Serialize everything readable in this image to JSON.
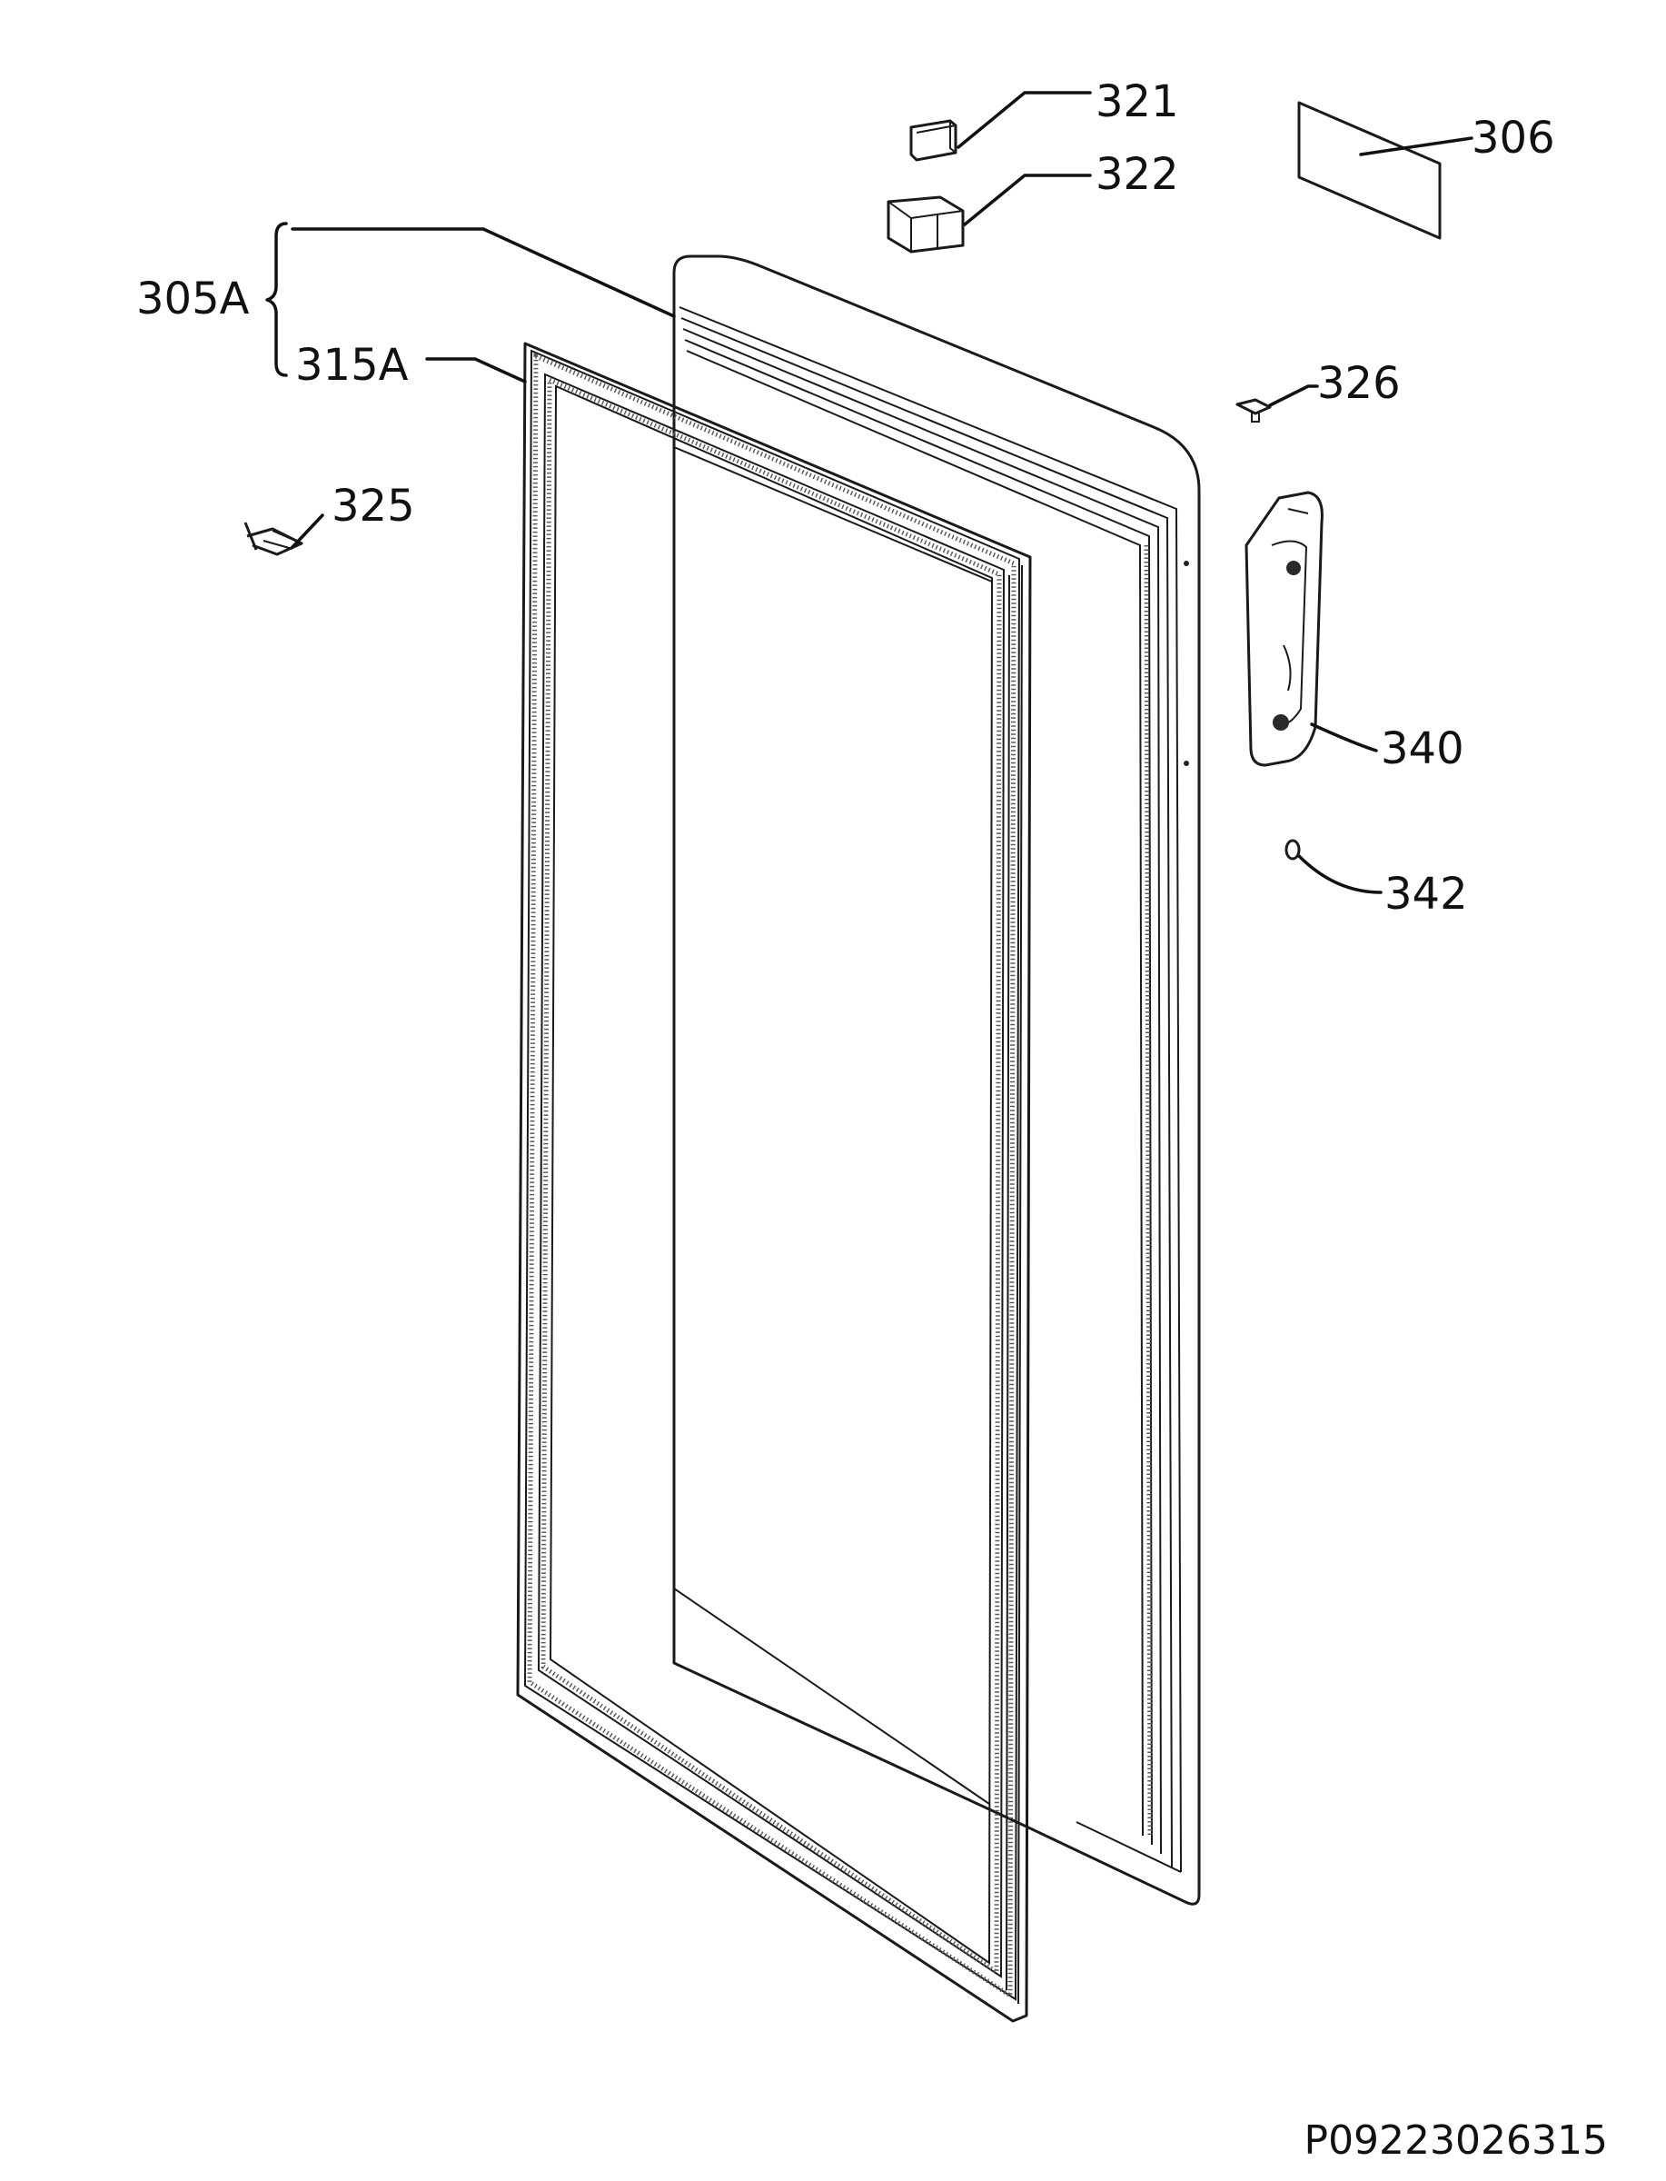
{
  "callouts": {
    "c321": "321",
    "c322": "322",
    "c306": "306",
    "c305a": "305A",
    "c315a": "315A",
    "c326": "326",
    "c325": "325",
    "c340": "340",
    "c342": "342"
  },
  "drawing_code": "P09223026315"
}
